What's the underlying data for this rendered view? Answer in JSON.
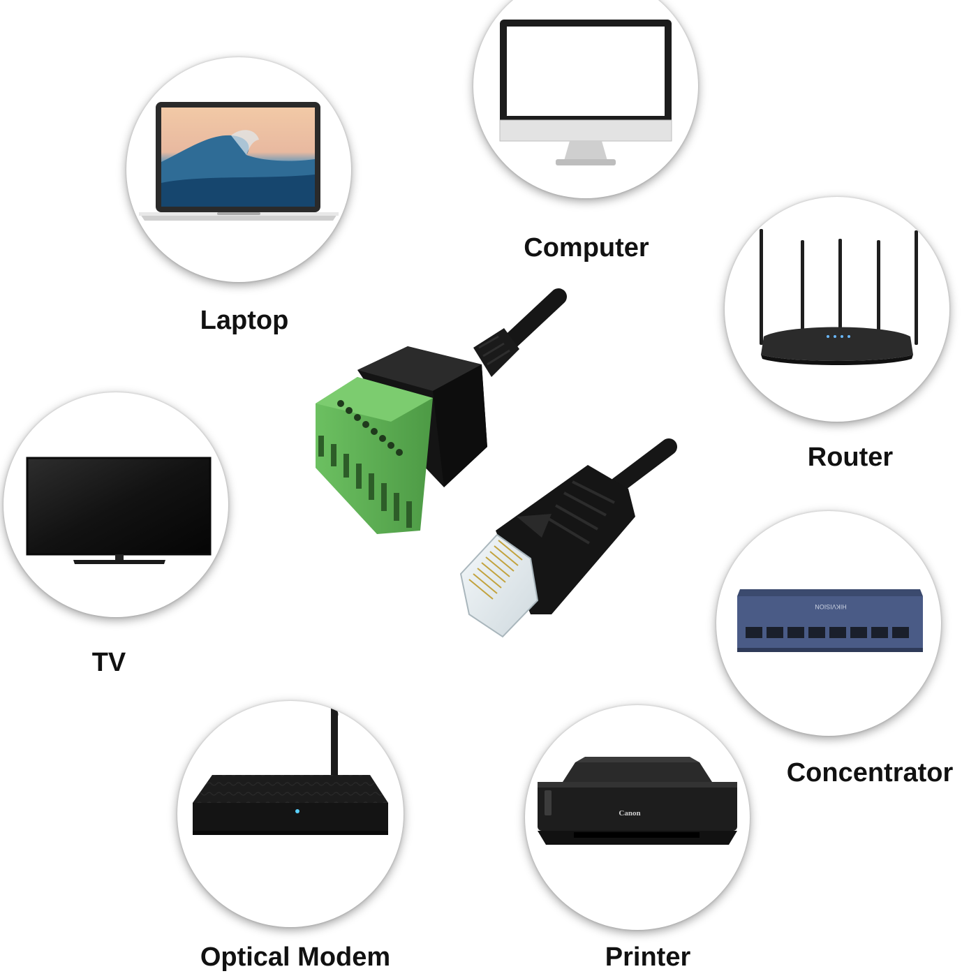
{
  "devices": {
    "laptop": {
      "label": "Laptop",
      "icon": "laptop-icon"
    },
    "computer": {
      "label": "Computer",
      "icon": "monitor-icon"
    },
    "router": {
      "label": "Router",
      "icon": "router-icon"
    },
    "tv": {
      "label": "TV",
      "icon": "tv-icon"
    },
    "concentrator": {
      "label": "Concentrator",
      "icon": "network-switch-icon",
      "brand": "HIKVISION"
    },
    "optical_modem": {
      "label": "Optical Modem",
      "icon": "modem-icon"
    },
    "printer": {
      "label": "Printer",
      "icon": "printer-icon",
      "brand": "Canon"
    }
  },
  "center": {
    "icon": "rj45-terminal-block-adapter-icon"
  },
  "colors": {
    "terminal_green": "#5fae55",
    "cable_black": "#161616",
    "switch_blue": "#4a5b86"
  }
}
